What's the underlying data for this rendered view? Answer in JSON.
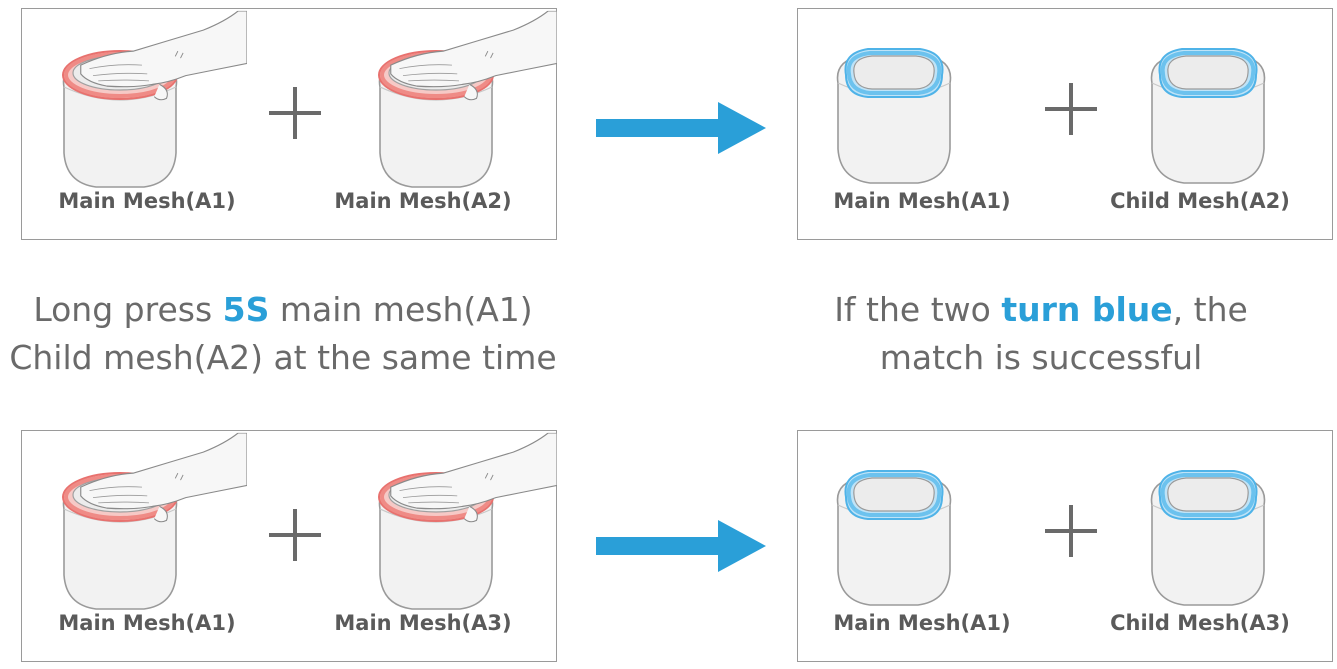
{
  "colors": {
    "highlight": "#2a9fd8",
    "press_ring": "#e8716e",
    "success_ring": "#4fb3e8",
    "arrow": "#2a9fd8",
    "text": "#6a6a6a",
    "border": "#9a9a9a"
  },
  "row1": {
    "left": {
      "device1_label": "Main Mesh(A1)",
      "device2_label": "Main Mesh(A2)"
    },
    "right": {
      "device1_label": "Main Mesh(A1)",
      "device2_label": "Child Mesh(A2)"
    }
  },
  "row2": {
    "left": {
      "device1_label": "Main Mesh(A1)",
      "device2_label": "Main Mesh(A3)"
    },
    "right": {
      "device1_label": "Main Mesh(A1)",
      "device2_label": "Child Mesh(A3)"
    }
  },
  "caption_left": {
    "line1_prefix": "Long press ",
    "line1_highlight": "5S",
    "line1_suffix": " main mesh(A1)",
    "line2": "Child mesh(A2) at the same time"
  },
  "caption_right": {
    "line1_prefix": "If the two ",
    "line1_highlight": "turn blue",
    "line1_suffix": ", the",
    "line2": "match is successful"
  },
  "icons": {
    "plus": "plus-icon",
    "arrow": "arrow-right-icon",
    "hand": "hand-icon",
    "router": "mesh-router-icon"
  }
}
